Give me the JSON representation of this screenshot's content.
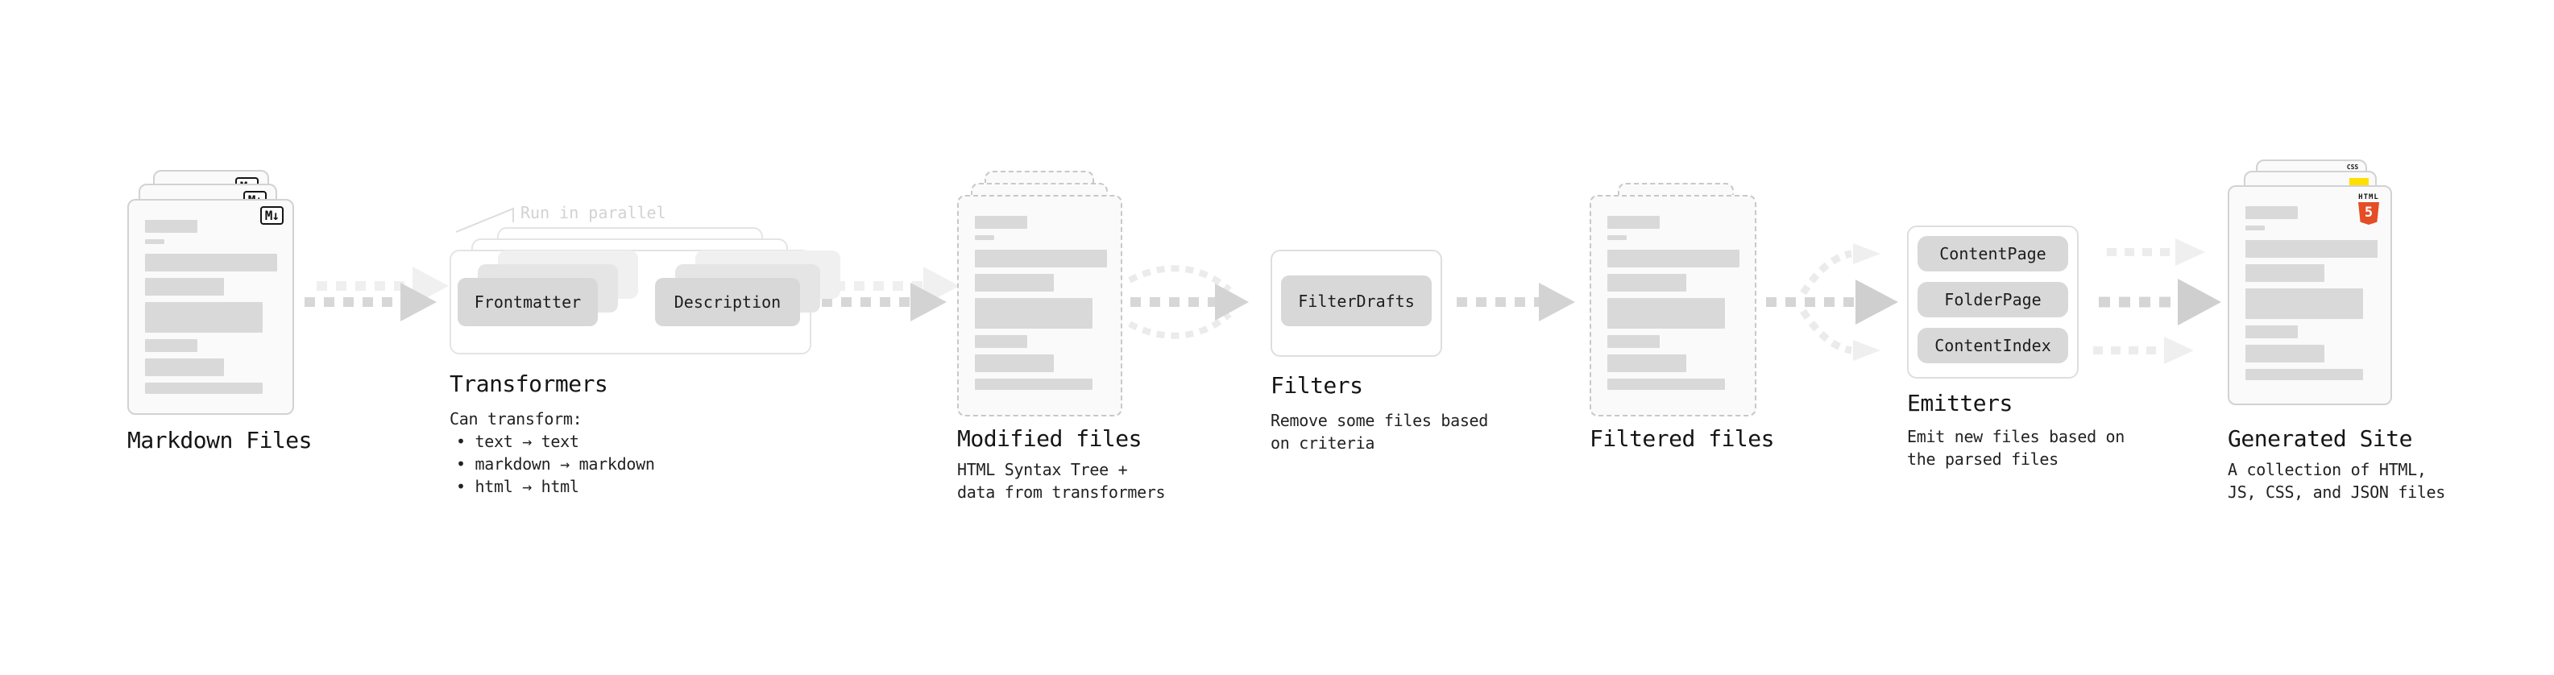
{
  "diagram": {
    "markdown": {
      "label": "Markdown Files",
      "badge": "M↓"
    },
    "transformers": {
      "label": "Transformers",
      "annotation": "Run in parallel",
      "pill_a": "Frontmatter",
      "pill_b": "Description",
      "desc_title": "Can transform:",
      "bullets": [
        "• text → text",
        "• markdown → markdown",
        "• html → html"
      ]
    },
    "modified": {
      "label": "Modified files",
      "desc": [
        "HTML Syntax Tree +",
        "data from transformers"
      ]
    },
    "filters": {
      "label": "Filters",
      "pill": "FilterDrafts",
      "desc": [
        "Remove some files based",
        "on criteria"
      ]
    },
    "filtered": {
      "label": "Filtered files"
    },
    "emitters": {
      "label": "Emitters",
      "pills": [
        "ContentPage",
        "FolderPage",
        "ContentIndex"
      ],
      "desc": [
        "Emit new files based on",
        "the parsed files"
      ]
    },
    "site": {
      "label": "Generated Site",
      "badge_css": "CSS",
      "badge_html_text": "HTML",
      "badge_html_number": "5",
      "desc": [
        "A collection of HTML,",
        "JS, CSS, and JSON files"
      ]
    },
    "colors": {
      "html5_orange": "#e44d26",
      "js_yellow": "#ffdf00",
      "css_blue": "#2f6df2",
      "card_bg": "#fafafa",
      "pill_gray": "#d8d8d8",
      "arrow_gray": "#d6d6d6"
    }
  }
}
